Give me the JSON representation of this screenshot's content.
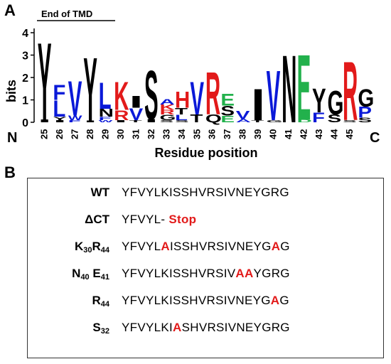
{
  "panel_a": {
    "letter": "A",
    "tmd_label": "End of TMD",
    "y_axis_label": "bits",
    "x_axis_label": "Residue position",
    "n_terminus": "N",
    "c_terminus": "C",
    "chart_data": {
      "type": "sequence-logo",
      "ylabel": "bits",
      "xlabel": "Residue position",
      "ylim": [
        0,
        4.3
      ],
      "y_ticks": [
        "0",
        "1",
        "2",
        "3",
        "4"
      ],
      "positions": [
        "25",
        "26",
        "27",
        "28",
        "29",
        "30",
        "31",
        "32",
        "33",
        "34",
        "35",
        "36",
        "37",
        "38",
        "39",
        "40",
        "41",
        "42",
        "43",
        "44",
        "45"
      ],
      "stacks": [
        [
          {
            "l": "I",
            "h": 0.12
          },
          {
            "l": "Y",
            "h": 3.55
          }
        ],
        [
          {
            "l": "I",
            "h": 0.1
          },
          {
            "l": "Y",
            "h": 0.15
          },
          {
            "l": "L",
            "h": 0.75
          },
          {
            "l": "F",
            "h": 0.7
          }
        ],
        [
          {
            "l": "F",
            "h": 0.1
          },
          {
            "l": "W",
            "h": 0.2
          },
          {
            "l": "V",
            "h": 1.6
          }
        ],
        [
          {
            "l": "I",
            "h": 0.08
          },
          {
            "l": "Y",
            "h": 2.9
          }
        ],
        [
          {
            "l": "W",
            "h": 0.1
          },
          {
            "l": "F",
            "h": 0.15
          },
          {
            "l": "N",
            "h": 0.35
          },
          {
            "l": "L",
            "h": 1.2
          }
        ],
        [
          {
            "l": "I",
            "h": 0.1
          },
          {
            "l": "R",
            "h": 0.45
          },
          {
            "l": "K",
            "h": 1.3
          }
        ],
        [
          {
            "l": "T",
            "h": 0.1
          },
          {
            "l": "V",
            "h": 0.55
          },
          {
            "l": "I",
            "h": 0.55
          }
        ],
        [
          {
            "l": "I",
            "h": 0.15
          },
          {
            "l": "S",
            "h": 2.25
          }
        ],
        [
          {
            "l": "S",
            "h": 0.1
          },
          {
            "l": "G",
            "h": 0.25
          },
          {
            "l": "R",
            "h": 0.2
          },
          {
            "l": "K",
            "h": 0.25
          },
          {
            "l": "A",
            "h": 0.25
          }
        ],
        [
          {
            "l": "S",
            "h": 0.1
          },
          {
            "l": "L",
            "h": 0.25
          },
          {
            "l": "T",
            "h": 0.3
          },
          {
            "l": "H",
            "h": 0.75
          }
        ],
        [
          {
            "l": "T",
            "h": 0.35
          },
          {
            "l": "V",
            "h": 1.5
          }
        ],
        [
          {
            "l": "Q",
            "h": 0.35
          },
          {
            "l": "R",
            "h": 1.95
          }
        ],
        [
          {
            "l": "E",
            "h": 0.3
          },
          {
            "l": "S",
            "h": 0.45
          },
          {
            "l": "E",
            "h": 0.55
          }
        ],
        [
          {
            "l": "A",
            "h": 0.15
          },
          {
            "l": "V",
            "h": 0.38
          }
        ],
        [
          {
            "l": "T",
            "h": 0.1
          },
          {
            "l": "I",
            "h": 1.45
          }
        ],
        [
          {
            "l": "G",
            "h": 0.1
          },
          {
            "l": "V",
            "h": 2.3
          }
        ],
        [
          {
            "l": "N",
            "h": 3.1
          }
        ],
        [
          {
            "l": "D",
            "h": 0.12
          },
          {
            "l": "E",
            "h": 3.0
          }
        ],
        [
          {
            "l": "F",
            "h": 0.45
          },
          {
            "l": "Y",
            "h": 1.1
          }
        ],
        [
          {
            "l": "S",
            "h": 0.35
          },
          {
            "l": "G",
            "h": 1.1
          }
        ],
        [
          {
            "l": "S",
            "h": 0.1
          },
          {
            "l": "R",
            "h": 2.7
          }
        ],
        [
          {
            "l": "S",
            "h": 0.2
          },
          {
            "l": "P",
            "h": 0.5
          },
          {
            "l": "G",
            "h": 0.8
          }
        ]
      ]
    }
  },
  "panel_b": {
    "letter": "B",
    "rows": [
      {
        "label_html": "WT",
        "segments": [
          {
            "t": "YFVYLKISSHVRSIVNEYGRG",
            "c": ""
          }
        ]
      },
      {
        "label_html": "ΔCT",
        "segments": [
          {
            "t": "YFVYL- ",
            "c": ""
          },
          {
            "t": "Stop",
            "c": "stop"
          }
        ]
      },
      {
        "label_html": "K<sub>30</sub>R<sub>44</sub>",
        "segments": [
          {
            "t": "YFVYL",
            "c": ""
          },
          {
            "t": "A",
            "c": "mut"
          },
          {
            "t": "ISSHVRSIVNEYG",
            "c": ""
          },
          {
            "t": "A",
            "c": "mut"
          },
          {
            "t": "G",
            "c": ""
          }
        ]
      },
      {
        "label_html": "N<sub>40</sub> E<sub>41</sub>",
        "segments": [
          {
            "t": "YFVYLKISSHVRSIV",
            "c": ""
          },
          {
            "t": "AA",
            "c": "mut"
          },
          {
            "t": "YGRG",
            "c": ""
          }
        ]
      },
      {
        "label_html": "R<sub>44</sub>",
        "segments": [
          {
            "t": "YFVYLKISSHVRSIVNEYG",
            "c": ""
          },
          {
            "t": "A",
            "c": "mut"
          },
          {
            "t": "G",
            "c": ""
          }
        ]
      },
      {
        "label_html": "S<sub>32</sub>",
        "segments": [
          {
            "t": "YFVYLKI",
            "c": ""
          },
          {
            "t": "A",
            "c": "mut"
          },
          {
            "t": "SHVRSIVNEYGRG",
            "c": ""
          }
        ]
      }
    ]
  },
  "colors": {
    "hydrophobic": "#000000",
    "basic": "#0a19d8",
    "acidic_red": "#e21a1a",
    "polar": "#22b14c",
    "mutation": "#e21a1a"
  }
}
